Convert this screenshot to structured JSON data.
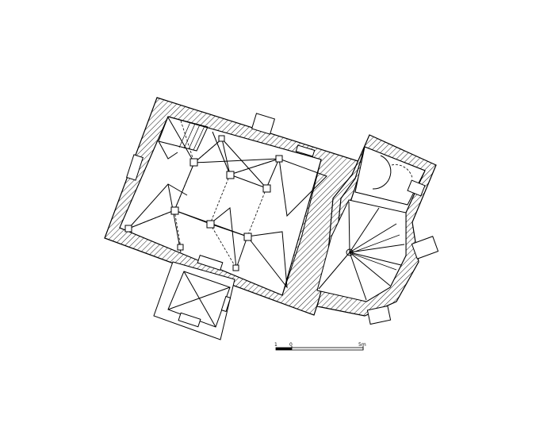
{
  "scale_bar": {
    "left_label": "1",
    "zero_label": "0",
    "right_label": "5m"
  }
}
